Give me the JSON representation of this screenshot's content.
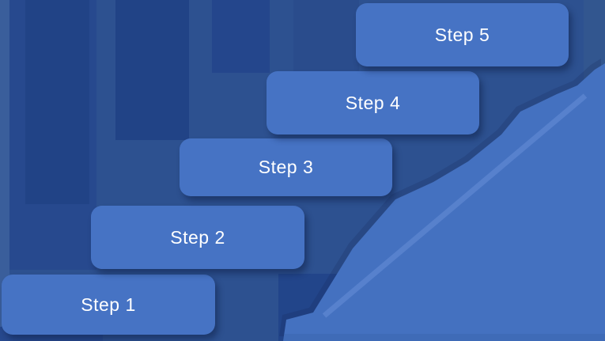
{
  "slide": {
    "steps": [
      {
        "label": "Step 1"
      },
      {
        "label": "Step 2"
      },
      {
        "label": "Step 3"
      },
      {
        "label": "Step 4"
      },
      {
        "label": "Step 5"
      }
    ],
    "colors": {
      "background": "#2d5190",
      "bar_mid": "#27498e",
      "bar_dark": "#214386",
      "bar3": "#24468c",
      "bar_mid2": "#2a4c8c",
      "left_strip": "#3a5e9b",
      "right_strip": "#32568f",
      "dark_block": "#22458a",
      "step_box": "#4673c4",
      "mountain": "#4471c0",
      "mountain_stripe": "#5b84cf",
      "label_text": "#ffffff"
    }
  }
}
